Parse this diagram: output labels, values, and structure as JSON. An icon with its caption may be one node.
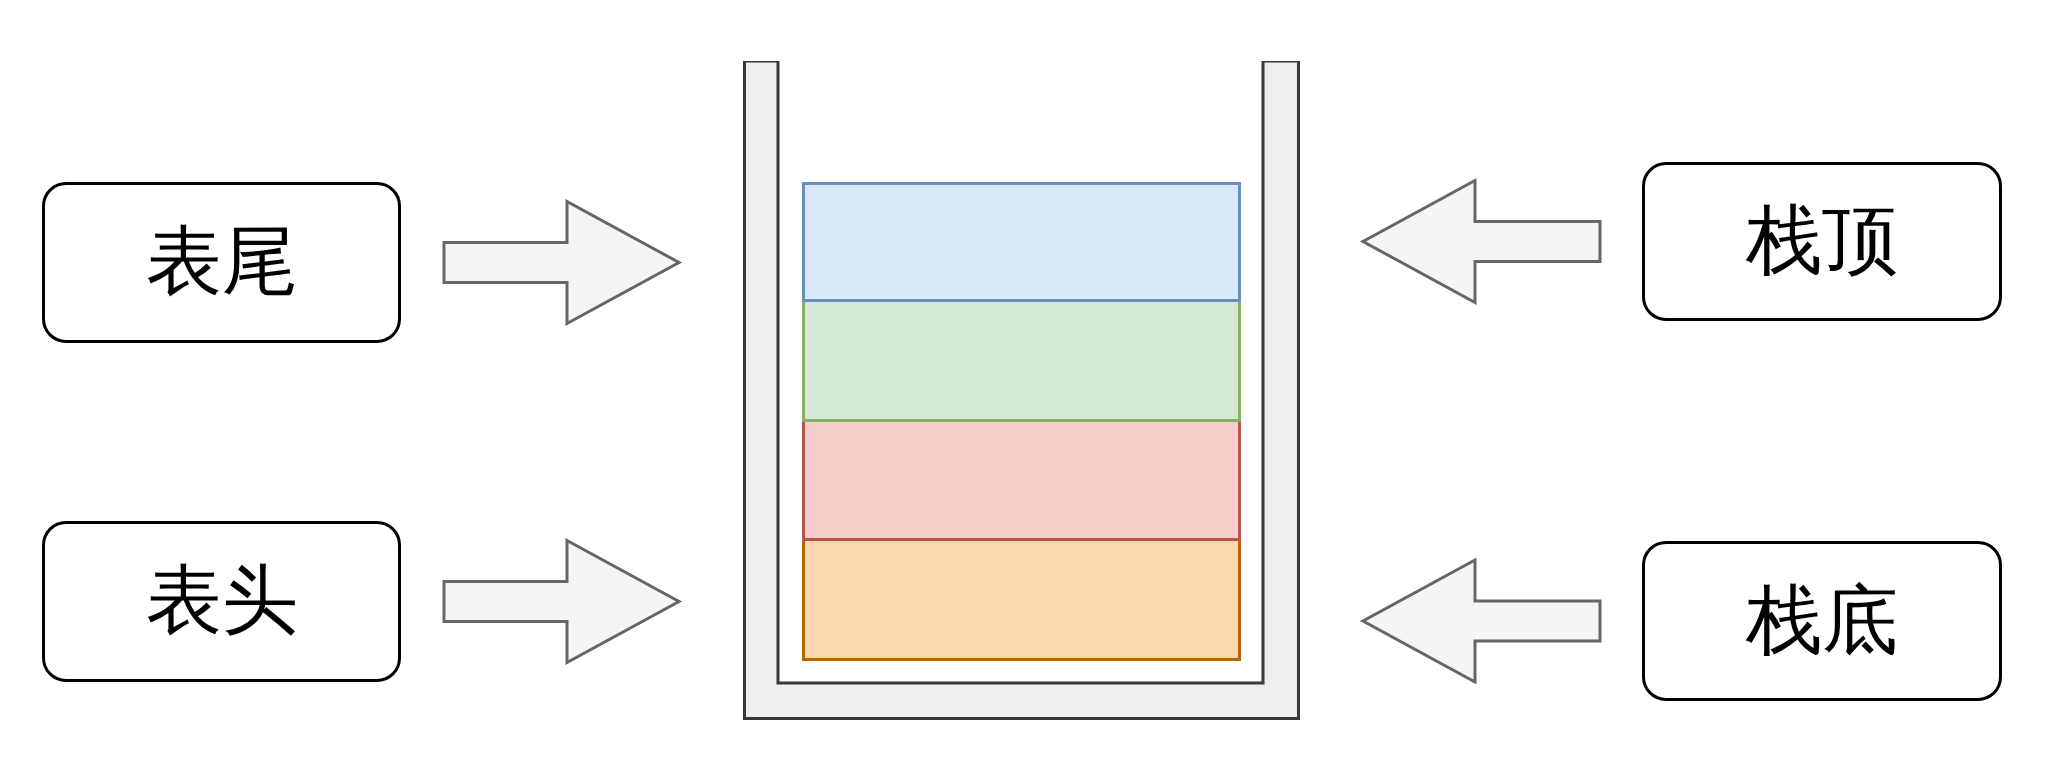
{
  "diagram": {
    "nodes": [
      {
        "text": [
          "表尾"
        ]
      },
      {
        "text": [
          "表头"
        ]
      },
      {
        "text": [],
        "shape": "container"
      },
      {
        "text": [],
        "shape": "bar",
        "in": 2
      },
      {
        "text": [],
        "shape": "bar",
        "in": 2
      },
      {
        "text": [],
        "shape": "bar",
        "in": 2
      },
      {
        "text": [],
        "shape": "bar",
        "in": 2
      },
      {
        "text": [
          "栈顶"
        ]
      },
      {
        "text": [
          "栈底"
        ]
      }
    ],
    "edges": [
      {
        "from": 0,
        "to": 3,
        "arrow": "to"
      },
      {
        "from": 1,
        "to": 6,
        "arrow": "to"
      },
      {
        "from": 7,
        "to": 3,
        "arrow": "to"
      },
      {
        "from": 8,
        "to": 6,
        "arrow": "to"
      }
    ]
  }
}
